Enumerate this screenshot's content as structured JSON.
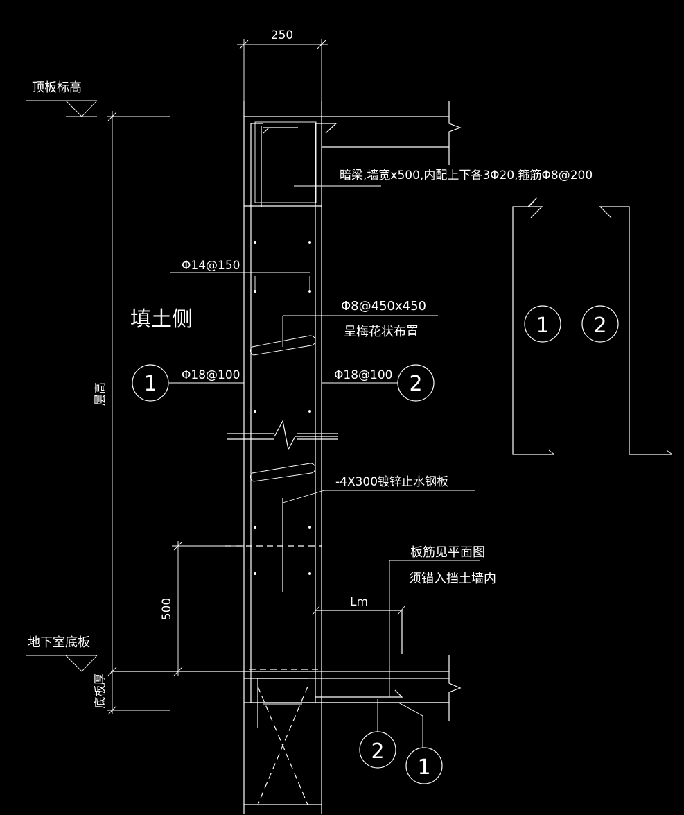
{
  "dimensions": {
    "wall_thickness": "250",
    "lower_height": "500",
    "anchor_length": "Lm"
  },
  "levels": {
    "top_slab": "顶板标高",
    "basement_floor": "地下室底板"
  },
  "vertical_labels": {
    "story_height": "层高",
    "slab_thickness": "底板厚"
  },
  "annotations": {
    "concealed_beam": "暗梁,墙宽x500,内配上下各3Φ20,箍筋Φ8@200",
    "horizontal_bars": "Φ14@150",
    "tie_bars_spec": "Φ8@450x450",
    "tie_bars_layout": "呈梅花状布置",
    "vertical_bars_left": "Φ18@100",
    "vertical_bars_right": "Φ18@100",
    "waterstop": "-4X300镀锌止水钢板",
    "slab_bars_note1": "板筋见平面图",
    "slab_bars_note2": "须锚入挡土墙内",
    "fill_side": "填土侧"
  },
  "markers": {
    "m1": "1",
    "m2": "2"
  }
}
